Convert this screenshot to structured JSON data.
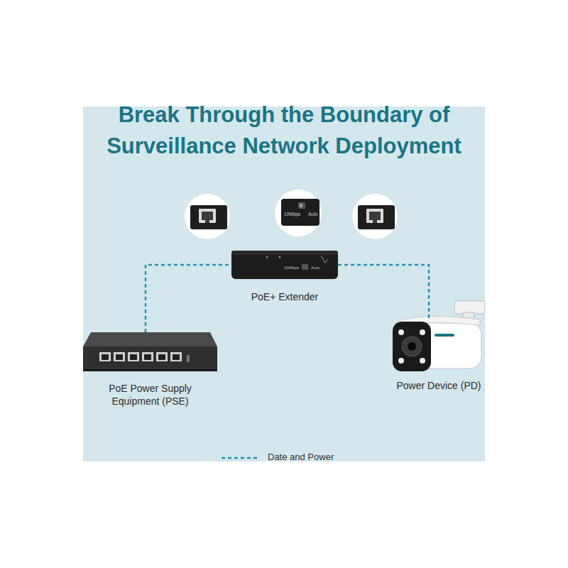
{
  "diagram": {
    "title": "Break Through the Boundary of Surveillance Network Deployment",
    "nodes": [
      {
        "text": [
          "PoE Power Supply Equipment (PSE)"
        ]
      },
      {
        "text": [
          "PoE+ Extender"
        ]
      },
      {
        "text": [
          "Power Device (PD)"
        ]
      }
    ],
    "edges": [
      {
        "from": 0,
        "to": 1,
        "arrow": "none"
      },
      {
        "from": 1,
        "to": 2,
        "arrow": "none"
      }
    ],
    "labels": [
      "10Mbps",
      "Auto",
      "10Mbps",
      "Auto"
    ],
    "legend": [
      {
        "text": "Date and Power"
      }
    ]
  }
}
